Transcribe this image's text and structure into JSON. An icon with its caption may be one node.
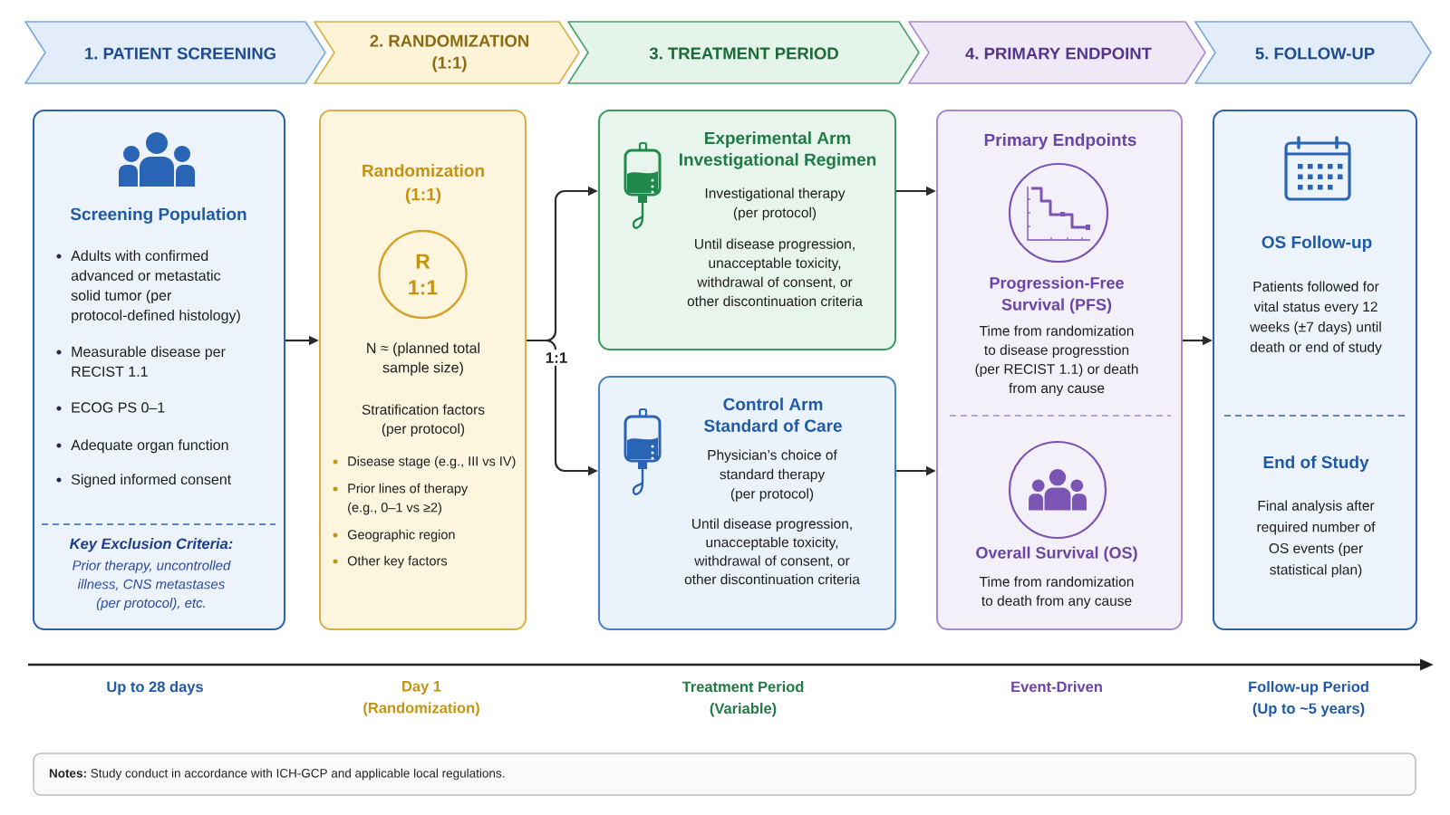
{
  "diagram": {
    "nodes": [
      {
        "text": [
          "1. PATIENT SCREENING"
        ]
      },
      {
        "text": [
          "2. RANDOMIZATION (1:1)"
        ]
      },
      {
        "text": [
          "3. TREATMENT PERIOD"
        ]
      },
      {
        "text": [
          "4. PRIMARY ENDPOINT"
        ]
      },
      {
        "text": [
          "5. FOLLOW-UP"
        ]
      },
      {
        "text": [
          "Screening Population",
          "Adults with confirmed advanced or metastatic solid tumor (per protocol-defined histology)",
          "Measurable disease per RECIST 1.1",
          "ECOG PS 0–1",
          "Adequate organ function",
          "Signed informed consent",
          "Key Exclusion Criteria:",
          "Prior therapy, uncontrolled illness, CNS metastases (per protocol), etc."
        ]
      },
      {
        "text": [
          "Randomization (1:1)",
          "N ≈ (planned total sample size)",
          "Stratification factors (per protocol)",
          "Disease stage (e.g., III vs IV)",
          "Prior lines of therapy (e.g., 0–1 vs ≥2)",
          "Geographic region",
          "Other key factors"
        ]
      },
      {
        "text": [
          "R 1:1"
        ],
        "in": 6
      },
      {
        "text": [
          "Experimental Arm Investigational Regimen",
          "Investigational therapy (per protocol)",
          "Until disease progression, unacceptable toxicity, withdrawal of consent, or other discontinuation criteria"
        ]
      },
      {
        "text": [
          "Control Arm Standard of Care",
          "Physician’s choice of standard therapy (per protocol)",
          "Until disease progression, unacceptable toxicity, withdrawal of consent, or other discontinuation criteria"
        ]
      },
      {
        "text": [
          "Primary Endpoints",
          "Progression-Free Survival (PFS)",
          "Time from randomization to disease progresstion (per RECIST 1.1) or death from any cause",
          "Overall Survival (OS)",
          "Time from randomization to death from any cause"
        ]
      },
      {
        "text": [
          "OS Follow-up",
          "Patients followed for vital status every 12 weeks (±7 days) until death or end of study",
          "End of Study",
          "Final analysis after required number of OS events (per statistical plan)"
        ]
      },
      {
        "text": [
          "**Notes:** Study conduct in accordance with ICH-GCP and applicable local regulations."
        ]
      }
    ],
    "edges": [
      {
        "from": 5,
        "to": 6,
        "arrow": "to"
      },
      {
        "from": 6,
        "to": 8,
        "arrow": "to"
      },
      {
        "from": 6,
        "to": 9,
        "arrow": "to",
        "label": "1:1"
      },
      {
        "from": 8,
        "to": 10,
        "arrow": "to"
      },
      {
        "from": 9,
        "to": 10,
        "arrow": "to"
      },
      {
        "from": 10,
        "to": 11,
        "arrow": "to"
      }
    ],
    "labels": [
      "Up to 28 days",
      "Day 1 (Randomization)",
      "Treatment Period (Variable)",
      "Event-Driven",
      "Follow-up Period (Up to ~5 years)"
    ]
  }
}
